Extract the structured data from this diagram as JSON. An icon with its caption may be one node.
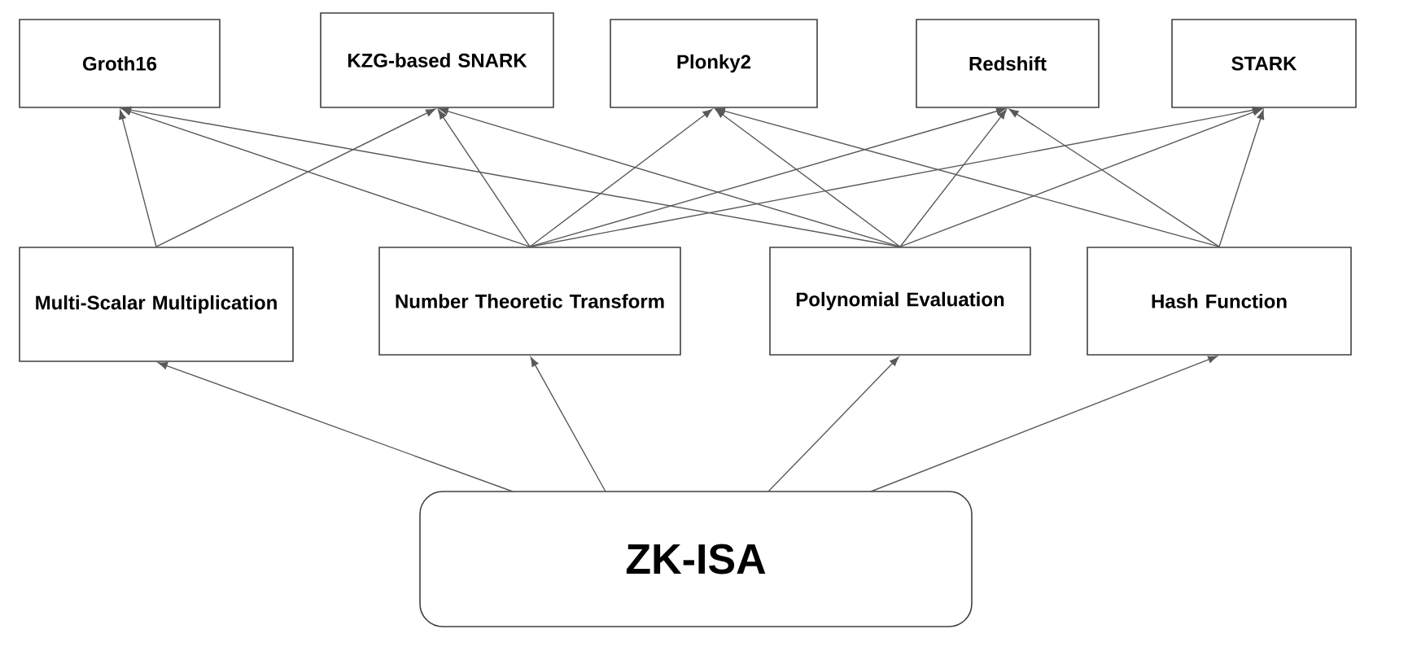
{
  "diagram": {
    "nodes": [
      {
        "text": [
          "Groth16"
        ]
      },
      {
        "text": [
          "KZG-based SNARK"
        ]
      },
      {
        "text": [
          "Plonky2"
        ]
      },
      {
        "text": [
          "Redshift"
        ]
      },
      {
        "text": [
          "STARK"
        ]
      },
      {
        "text": [
          "Multi-Scalar Multiplication"
        ]
      },
      {
        "text": [
          "Number Theoretic Transform"
        ]
      },
      {
        "text": [
          "Polynomial Evaluation"
        ]
      },
      {
        "text": [
          "Hash Function"
        ]
      },
      {
        "text": [
          "ZK-ISA"
        ]
      }
    ],
    "edges": [
      {
        "from": 5,
        "to": 0,
        "arrow": "to"
      },
      {
        "from": 5,
        "to": 1,
        "arrow": "to"
      },
      {
        "from": 6,
        "to": 0,
        "arrow": "to"
      },
      {
        "from": 6,
        "to": 1,
        "arrow": "to"
      },
      {
        "from": 6,
        "to": 2,
        "arrow": "to"
      },
      {
        "from": 6,
        "to": 3,
        "arrow": "to"
      },
      {
        "from": 6,
        "to": 4,
        "arrow": "to"
      },
      {
        "from": 7,
        "to": 0,
        "arrow": "to"
      },
      {
        "from": 7,
        "to": 1,
        "arrow": "to"
      },
      {
        "from": 7,
        "to": 2,
        "arrow": "to"
      },
      {
        "from": 7,
        "to": 3,
        "arrow": "to"
      },
      {
        "from": 7,
        "to": 4,
        "arrow": "to"
      },
      {
        "from": 8,
        "to": 2,
        "arrow": "to"
      },
      {
        "from": 8,
        "to": 3,
        "arrow": "to"
      },
      {
        "from": 8,
        "to": 4,
        "arrow": "to"
      },
      {
        "from": 9,
        "to": 5,
        "arrow": "to"
      },
      {
        "from": 9,
        "to": 6,
        "arrow": "to"
      },
      {
        "from": 9,
        "to": 7,
        "arrow": "to"
      },
      {
        "from": 9,
        "to": 8,
        "arrow": "to"
      }
    ]
  }
}
